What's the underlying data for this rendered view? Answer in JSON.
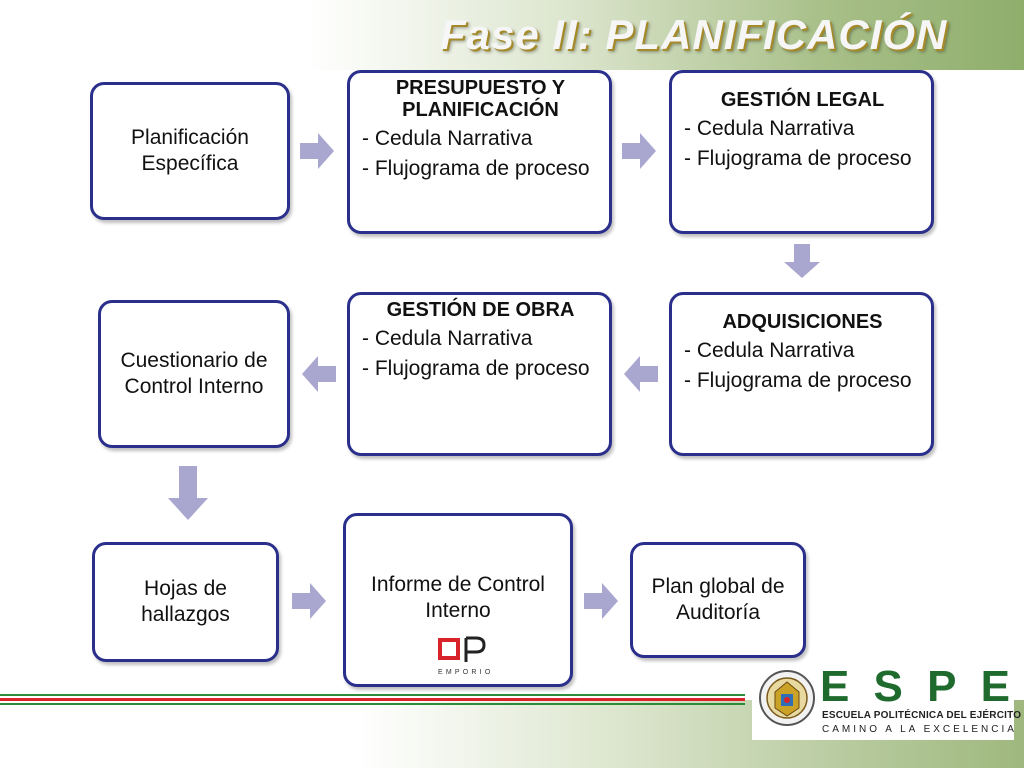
{
  "title": "Fase II: PLANIFICACIÓN",
  "nodes": {
    "planificacion": {
      "label": "Planificación Específica"
    },
    "presupuesto": {
      "title": "PRESUPUESTO Y PLANIFICACIÓN",
      "item1": "- Cedula Narrativa",
      "item2": "- Flujograma de proceso"
    },
    "legal": {
      "title": "GESTIÓN LEGAL",
      "item1": "- Cedula Narrativa",
      "item2": "- Flujograma de proceso"
    },
    "adquisiciones": {
      "title": "ADQUISICIONES",
      "item1": "- Cedula Narrativa",
      "item2": "- Flujograma de proceso"
    },
    "obra": {
      "title": "GESTIÓN DE OBRA",
      "item1": "- Cedula Narrativa",
      "item2": "- Flujograma de proceso"
    },
    "cuestionario": {
      "label": "Cuestionario de Control Interno"
    },
    "hojas": {
      "label": "Hojas de hallazgos"
    },
    "informe": {
      "label": "Informe de Control Interno"
    },
    "plan": {
      "label": "Plan global de Auditoría"
    }
  },
  "watermark": {
    "brand": "EMPORIO"
  },
  "footer": {
    "logo_letters": [
      "E",
      "S",
      "P",
      "E"
    ],
    "institution": "ESCUELA POLITÉCNICA DEL EJÉRCITO",
    "motto": "CAMINO A LA EXCELENCIA"
  },
  "colors": {
    "node_border": "#2a2f8c",
    "arrow": "#a9a6cf",
    "title_shadow": "#a58a2a",
    "espe_green": "#1f6b2e",
    "stripe_red": "#d8232a",
    "stripe_green": "#2e8b3a"
  }
}
